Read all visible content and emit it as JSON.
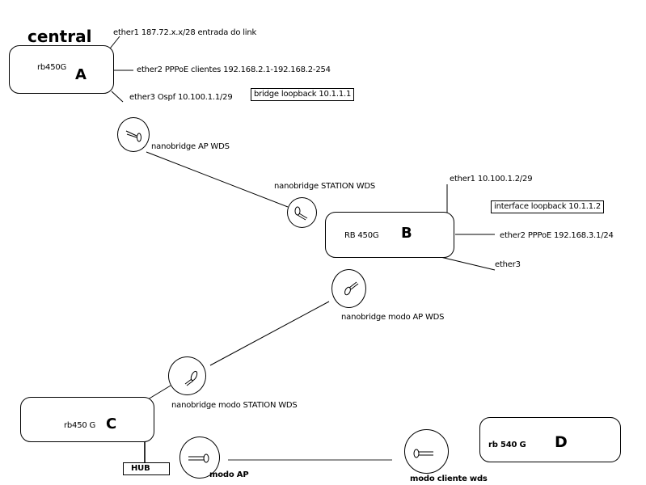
{
  "site": {
    "title": "central"
  },
  "routers": {
    "a": {
      "model": "rb450G",
      "letter": "A"
    },
    "b": {
      "model": "RB 450G",
      "letter": "B"
    },
    "c": {
      "model": "rb450 G",
      "letter": "C"
    },
    "d": {
      "model": "rb 540 G",
      "letter": "D"
    }
  },
  "ports": {
    "a_ether1": "ether1 187.72.x.x/28 entrada do link",
    "a_ether2": "ether2 PPPoE clientes 192.168.2.1-192.168.2-254",
    "a_ether3": "ether3 Ospf 10.100.1.1/29",
    "b_ether1": "ether1 10.100.1.2/29",
    "b_ether2": "ether2 PPPoE 192.168.3.1/24",
    "b_ether3": "ether3"
  },
  "loopbacks": {
    "a": "bridge loopback 10.1.1.1",
    "b": "interface loopback 10.1.1.2"
  },
  "antennas": {
    "ab_ap": "nanobridge AP WDS",
    "ab_station": "nanobridge STATION WDS",
    "bc_ap": "nanobridge modo AP WDS",
    "bc_station": "nanobridge modo STATION WDS",
    "cd_ap": "modo AP",
    "cd_client": "modo cliente wds"
  },
  "hub": {
    "label": "HUB"
  },
  "colors": {
    "stroke": "#000000",
    "background": "#ffffff"
  }
}
